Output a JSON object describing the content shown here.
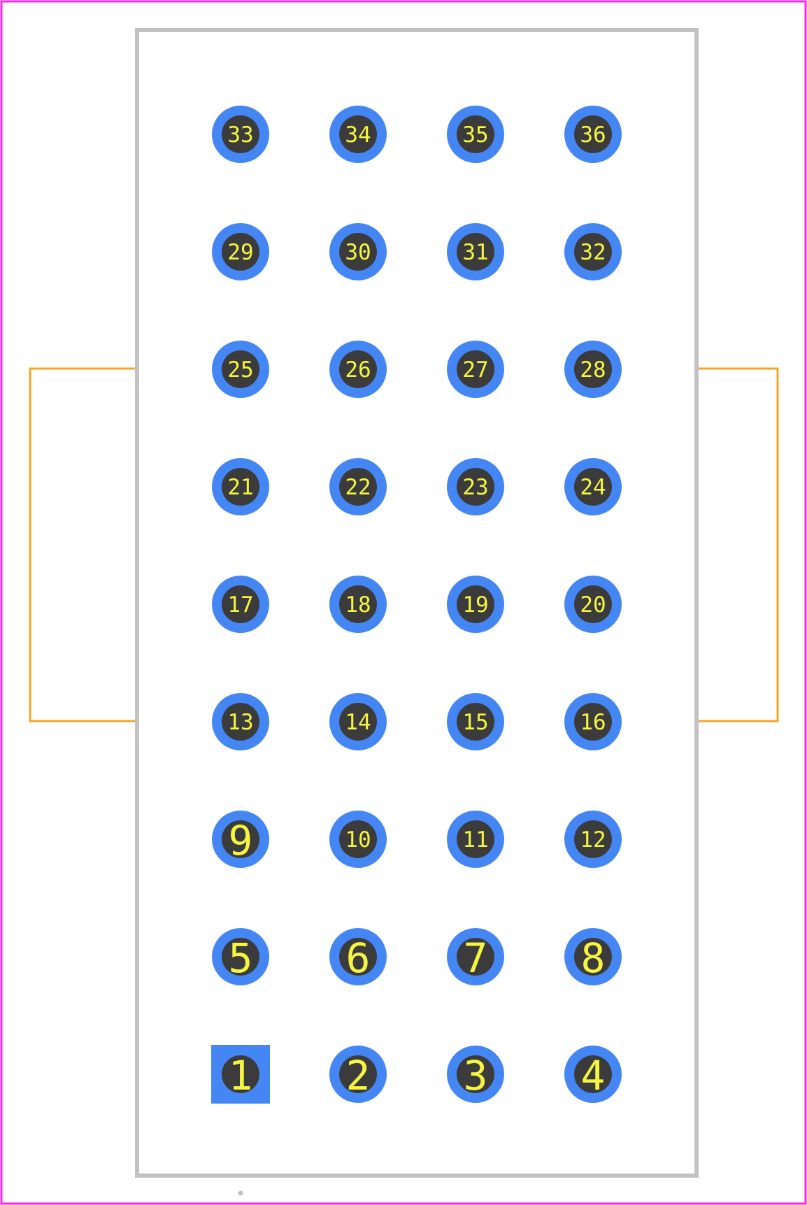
{
  "colors": {
    "background": "#ffffff",
    "courtyard": "#ff26e2",
    "body_outline": "#c2c2c2",
    "mounting_bracket": "#f5a623",
    "pad": "#4586f5",
    "hole": "#3b3b3b",
    "label": "#f5f542"
  },
  "grid": {
    "columns": 4,
    "rows": 9
  },
  "pins": [
    {
      "id": "33",
      "row": 0,
      "col": 0,
      "shape": "round"
    },
    {
      "id": "34",
      "row": 0,
      "col": 1,
      "shape": "round"
    },
    {
      "id": "35",
      "row": 0,
      "col": 2,
      "shape": "round"
    },
    {
      "id": "36",
      "row": 0,
      "col": 3,
      "shape": "round"
    },
    {
      "id": "29",
      "row": 1,
      "col": 0,
      "shape": "round"
    },
    {
      "id": "30",
      "row": 1,
      "col": 1,
      "shape": "round"
    },
    {
      "id": "31",
      "row": 1,
      "col": 2,
      "shape": "round"
    },
    {
      "id": "32",
      "row": 1,
      "col": 3,
      "shape": "round"
    },
    {
      "id": "25",
      "row": 2,
      "col": 0,
      "shape": "round"
    },
    {
      "id": "26",
      "row": 2,
      "col": 1,
      "shape": "round"
    },
    {
      "id": "27",
      "row": 2,
      "col": 2,
      "shape": "round"
    },
    {
      "id": "28",
      "row": 2,
      "col": 3,
      "shape": "round"
    },
    {
      "id": "21",
      "row": 3,
      "col": 0,
      "shape": "round"
    },
    {
      "id": "22",
      "row": 3,
      "col": 1,
      "shape": "round"
    },
    {
      "id": "23",
      "row": 3,
      "col": 2,
      "shape": "round"
    },
    {
      "id": "24",
      "row": 3,
      "col": 3,
      "shape": "round"
    },
    {
      "id": "17",
      "row": 4,
      "col": 0,
      "shape": "round"
    },
    {
      "id": "18",
      "row": 4,
      "col": 1,
      "shape": "round"
    },
    {
      "id": "19",
      "row": 4,
      "col": 2,
      "shape": "round"
    },
    {
      "id": "20",
      "row": 4,
      "col": 3,
      "shape": "round"
    },
    {
      "id": "13",
      "row": 5,
      "col": 0,
      "shape": "round"
    },
    {
      "id": "14",
      "row": 5,
      "col": 1,
      "shape": "round"
    },
    {
      "id": "15",
      "row": 5,
      "col": 2,
      "shape": "round"
    },
    {
      "id": "16",
      "row": 5,
      "col": 3,
      "shape": "round"
    },
    {
      "id": "9",
      "row": 6,
      "col": 0,
      "shape": "round"
    },
    {
      "id": "10",
      "row": 6,
      "col": 1,
      "shape": "round"
    },
    {
      "id": "11",
      "row": 6,
      "col": 2,
      "shape": "round"
    },
    {
      "id": "12",
      "row": 6,
      "col": 3,
      "shape": "round"
    },
    {
      "id": "5",
      "row": 7,
      "col": 0,
      "shape": "round"
    },
    {
      "id": "6",
      "row": 7,
      "col": 1,
      "shape": "round"
    },
    {
      "id": "7",
      "row": 7,
      "col": 2,
      "shape": "round"
    },
    {
      "id": "8",
      "row": 7,
      "col": 3,
      "shape": "round"
    },
    {
      "id": "1",
      "row": 8,
      "col": 0,
      "shape": "square"
    },
    {
      "id": "2",
      "row": 8,
      "col": 1,
      "shape": "round"
    },
    {
      "id": "3",
      "row": 8,
      "col": 2,
      "shape": "round"
    },
    {
      "id": "4",
      "row": 8,
      "col": 3,
      "shape": "round"
    }
  ]
}
